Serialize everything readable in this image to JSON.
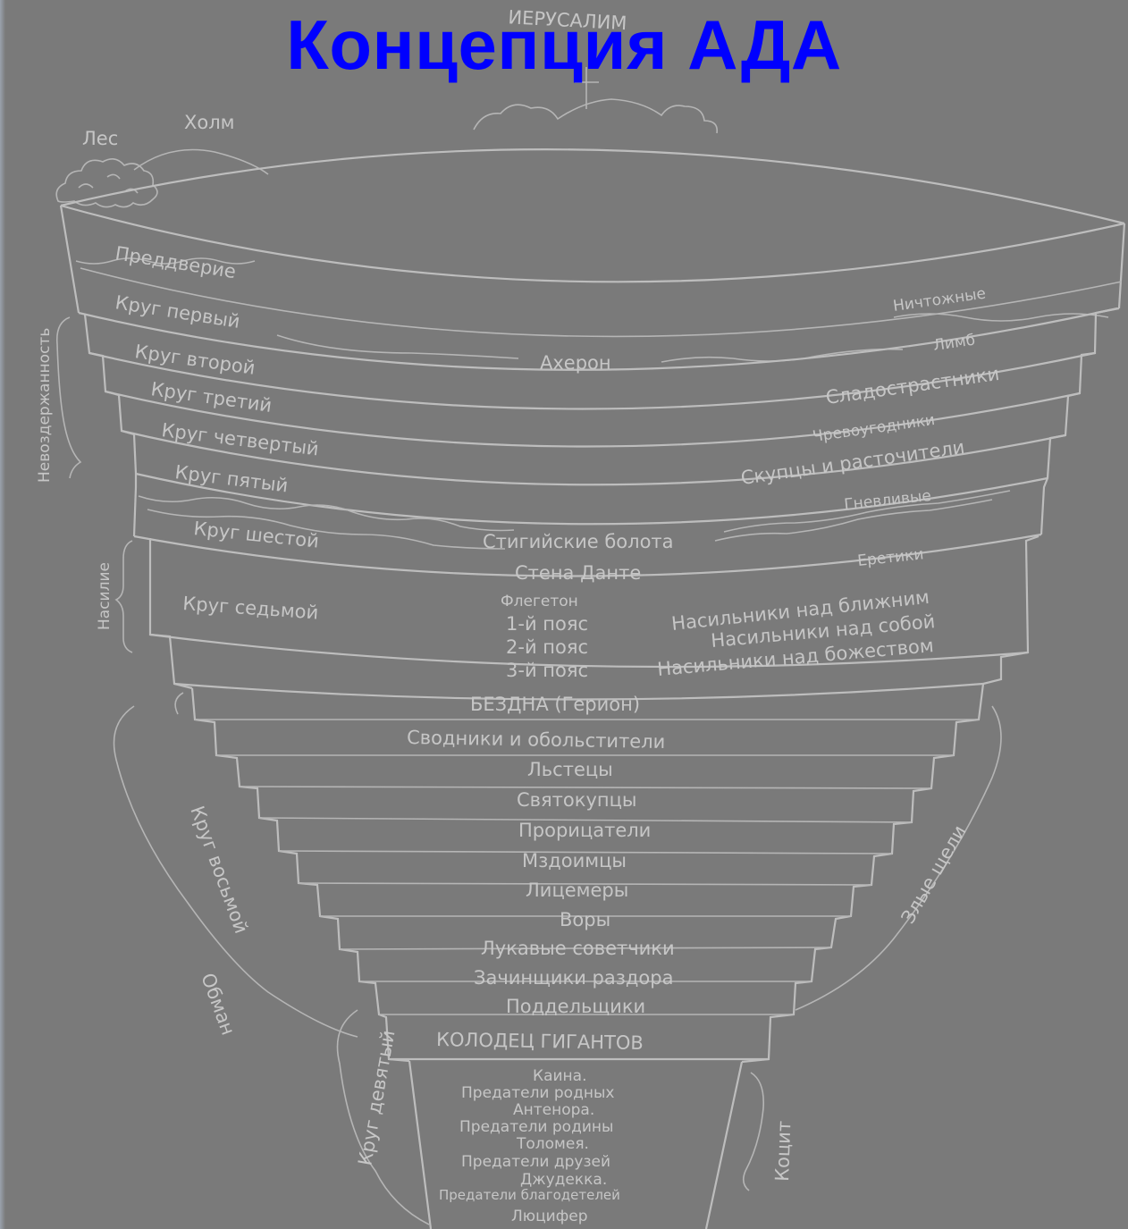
{
  "title": "Концепция АДА",
  "top_labels": {
    "jerusalem": "ИЕРУСАЛИМ",
    "hill": "Холм",
    "forest": "Лес"
  },
  "left_levels": {
    "predaverie": "Преддверие",
    "circle1": "Круг первый",
    "circle2": "Круг второй",
    "circle3": "Круг третий",
    "circle4": "Круг четвертый",
    "circle5": "Круг пятый",
    "circle6": "Круг шестой",
    "circle7": "Круг седьмой"
  },
  "right_sins": {
    "nothing": "Ничтожные",
    "limbo": "Лимб",
    "lustful": "Сладострастники",
    "gluttons": "Чревоугодники",
    "misers": "Скупцы и расточители",
    "wrathful": "Гневливые",
    "heretics": "Еретики",
    "viol1": "Насильники над ближним",
    "viol2": "Насильники над собой",
    "viol3": "Насильники над божеством"
  },
  "center": {
    "acheron": "Ахерон",
    "styx": "Стигийские болота",
    "dante_wall": "Стена Данте",
    "phlegethon": "Флегетон",
    "belt1": "1-й пояс",
    "belt2": "2-й пояс",
    "belt3": "3-й пояс",
    "abyss": "БЕЗДНА (Герион)"
  },
  "bolgias": [
    "Сводники и обольстители",
    "Льстецы",
    "Святокупцы",
    "Прорицатели",
    "Мздоимцы",
    "Лицемеры",
    "Воры",
    "Лукавые советчики",
    "Зачинщики раздора",
    "Поддельщики"
  ],
  "well": "КОЛОДЕЦ  ГИГАНТОВ",
  "cocytus_zones": [
    "Каина.",
    "Предатели родных",
    "Антенора.",
    "Предатели родины",
    "Толомея.",
    "Предатели друзей",
    "Джудекка.",
    "Предатели благодетелей",
    "Люцифер"
  ],
  "side_groups": {
    "incontinence": "Невоздержанность",
    "violence": "Насилие",
    "eighth_circle": "Круг восьмой",
    "fraud": "Обман",
    "ninth_circle": "Круг девятый",
    "malebolge": "Злые щели",
    "cocytus": "Коцит"
  }
}
